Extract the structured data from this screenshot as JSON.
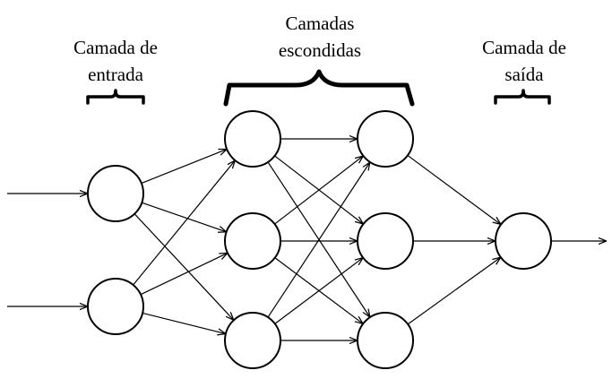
{
  "layers": {
    "input": {
      "label_lines": [
        "Camada de",
        "entrada"
      ]
    },
    "hidden": {
      "label_lines": [
        "Camadas",
        "escondidas"
      ]
    },
    "output": {
      "label_lines": [
        "Camada de",
        "saída"
      ]
    }
  },
  "colors": {
    "stroke": "#000000",
    "background": "#ffffff"
  }
}
